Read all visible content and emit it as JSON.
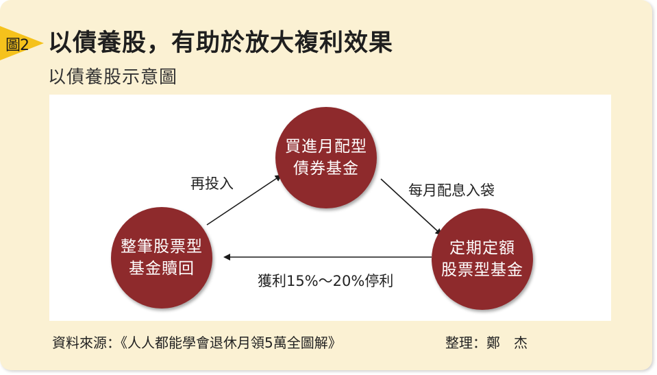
{
  "header": {
    "tag": "圖2",
    "title": "以債養股，有助於放大複利效果",
    "subtitle": "以債養股示意圖"
  },
  "diagram": {
    "nodes": {
      "bond_fund": {
        "line1": "買進月配型",
        "line2": "債券基金"
      },
      "equity_fund": {
        "line1": "定期定額",
        "line2": "股票型基金"
      },
      "redeem_fund": {
        "line1": "整筆股票型",
        "line2": "基金贖回"
      }
    },
    "edges": {
      "bond_to_equity": "每月配息入袋",
      "equity_to_redeem": "獲利15%～20%停利",
      "redeem_to_bond": "再投入"
    }
  },
  "footer": {
    "source": "資料來源：《人人都能學會退休月領5萬全圖解》",
    "credit": "整理：鄭　杰"
  },
  "colors": {
    "background": "#fbf1d3",
    "node_fill": "#8e2a2c",
    "tag_triangle": "#f5c21c"
  }
}
